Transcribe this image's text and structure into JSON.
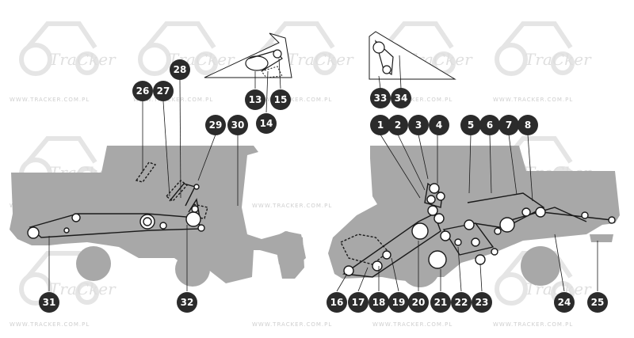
{
  "watermark": {
    "logo_text": "TraCker",
    "url_text": "WWW.TRACKER.COM.PL"
  },
  "callouts": {
    "c1": "1",
    "c2": "2",
    "c3": "3",
    "c4": "4",
    "c5": "5",
    "c6": "6",
    "c7": "7",
    "c8": "8",
    "c13": "13",
    "c14": "14",
    "c15": "15",
    "c16": "16",
    "c17": "17",
    "c18": "18",
    "c19": "19",
    "c20": "20",
    "c21": "21",
    "c22": "22",
    "c23": "23",
    "c24": "24",
    "c25": "25",
    "c26": "26",
    "c27": "27",
    "c28": "28",
    "c29": "29",
    "c30": "30",
    "c31": "31",
    "c32": "32",
    "c33": "33",
    "c34": "34"
  },
  "colors": {
    "body": "#a8a8a8",
    "line": "#1a1a1a",
    "callout": "#2b2b2b",
    "pulley": "#ffffff",
    "watermark": "#d6d6d6"
  }
}
